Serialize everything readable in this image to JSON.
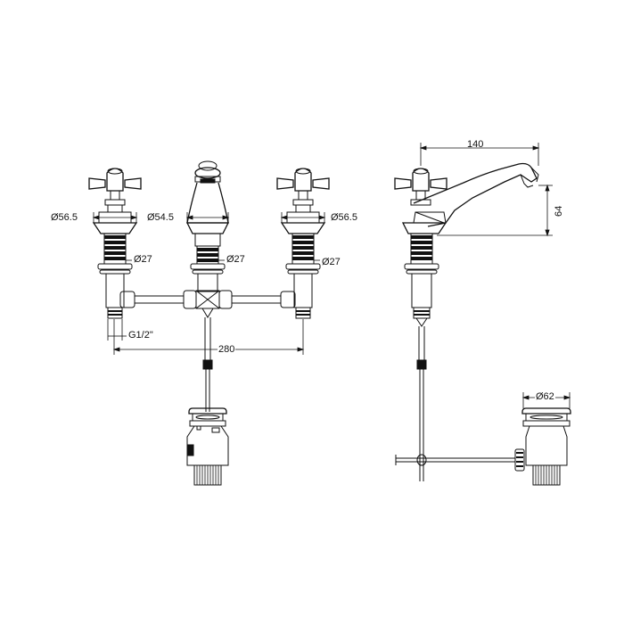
{
  "drawing": {
    "line_color": "#111111",
    "background": "#ffffff",
    "front_view": {
      "hot_handle_diameter": "Ø56.5",
      "spout_diameter": "Ø54.5",
      "cold_handle_diameter": "Ø56.5",
      "left_shank_diameter": "Ø27",
      "center_shank_diameter": "Ø27",
      "right_shank_diameter": "Ø27",
      "thread_size": "G1/2\"",
      "centers_width": "280"
    },
    "side_view": {
      "spout_reach": "140",
      "spout_height": "64",
      "waste_diameter": "Ø62"
    }
  }
}
